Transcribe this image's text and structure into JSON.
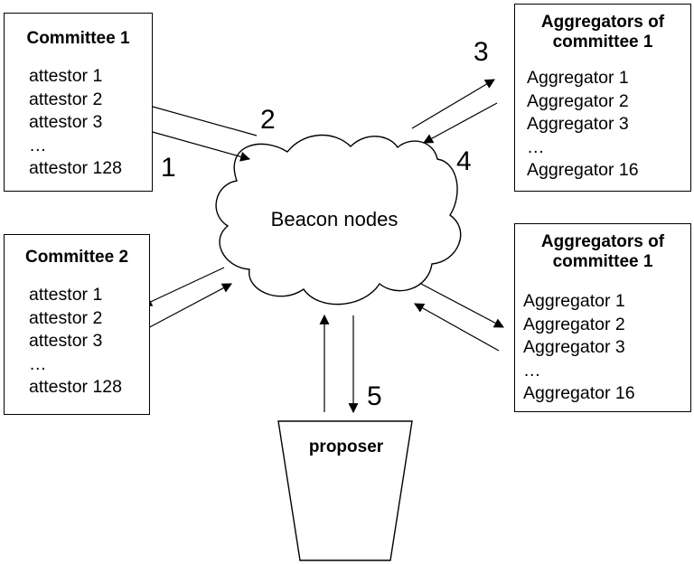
{
  "committee_1": {
    "title": "Committee 1",
    "members": [
      "attestor 1",
      "attestor 2",
      "attestor 3",
      "…",
      "attestor 128"
    ]
  },
  "committee_2": {
    "title": "Committee 2",
    "members": [
      "attestor 1",
      "attestor 2",
      "attestor 3",
      "…",
      "attestor 128"
    ]
  },
  "aggregators_top": {
    "title_line1": "Aggregators of",
    "title_line2": "committee 1",
    "members": [
      "Aggregator 1",
      "Aggregator 2",
      "Aggregator 3",
      "…",
      "Aggregator 16"
    ]
  },
  "aggregators_bottom": {
    "title_line1": "Aggregators of",
    "title_line2": "committee 1",
    "members": [
      "Aggregator 1",
      "Aggregator 2",
      "Aggregator 3",
      "…",
      "Aggregator 16"
    ]
  },
  "cloud": {
    "label": "Beacon nodes"
  },
  "proposer": {
    "label": "proposer"
  },
  "steps": {
    "s1": "1",
    "s2": "2",
    "s3": "3",
    "s4": "4",
    "s5": "5"
  }
}
